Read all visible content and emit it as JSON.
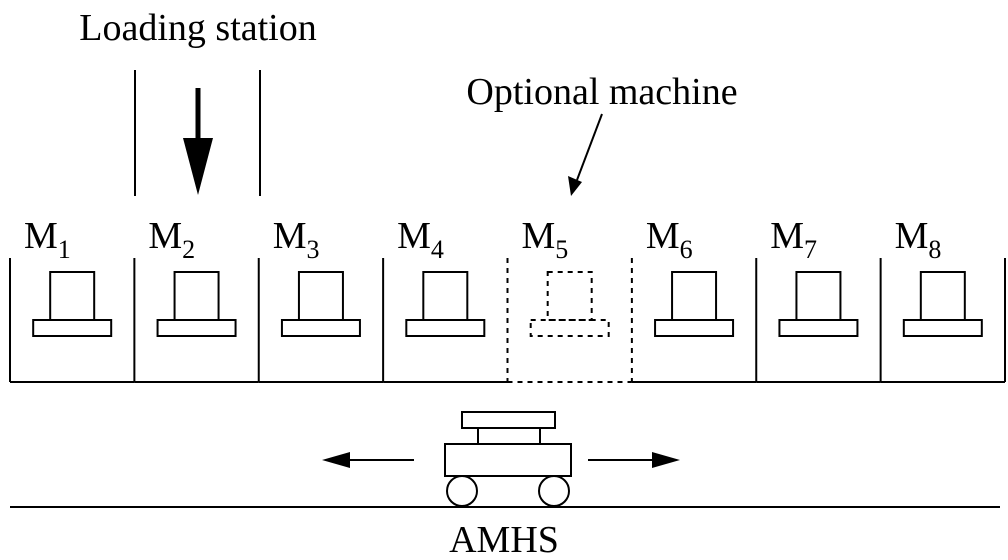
{
  "title": "Loading station",
  "optional_label": "Optional machine",
  "track_label": "AMHS",
  "machines": [
    {
      "letter": "M",
      "index": "1",
      "optional": false
    },
    {
      "letter": "M",
      "index": "2",
      "optional": false
    },
    {
      "letter": "M",
      "index": "3",
      "optional": false
    },
    {
      "letter": "M",
      "index": "4",
      "optional": false
    },
    {
      "letter": "M",
      "index": "5",
      "optional": true
    },
    {
      "letter": "M",
      "index": "6",
      "optional": false
    },
    {
      "letter": "M",
      "index": "7",
      "optional": false
    },
    {
      "letter": "M",
      "index": "8",
      "optional": false
    }
  ]
}
